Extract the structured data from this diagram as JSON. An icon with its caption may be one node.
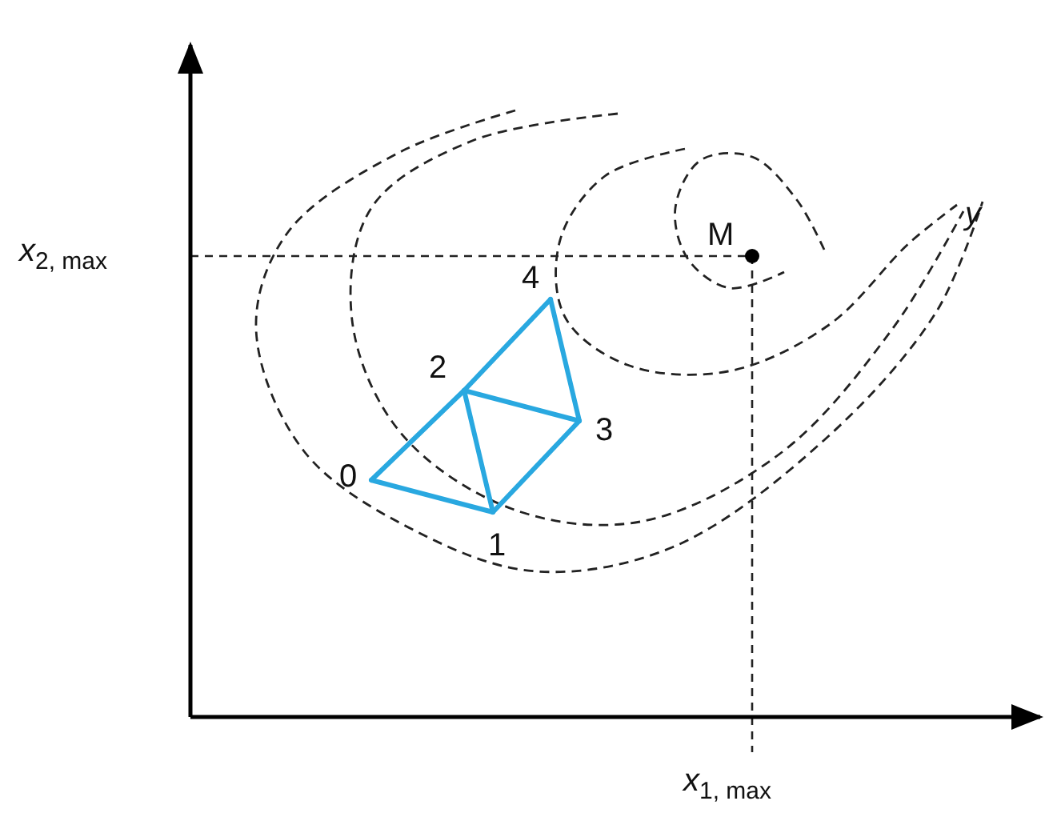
{
  "diagram": {
    "labels": [
      "M",
      "*y*",
      "*x*$_{2, max}$",
      "4",
      "2",
      "3",
      "0",
      "1",
      "*x*$_{1, max}$"
    ]
  }
}
